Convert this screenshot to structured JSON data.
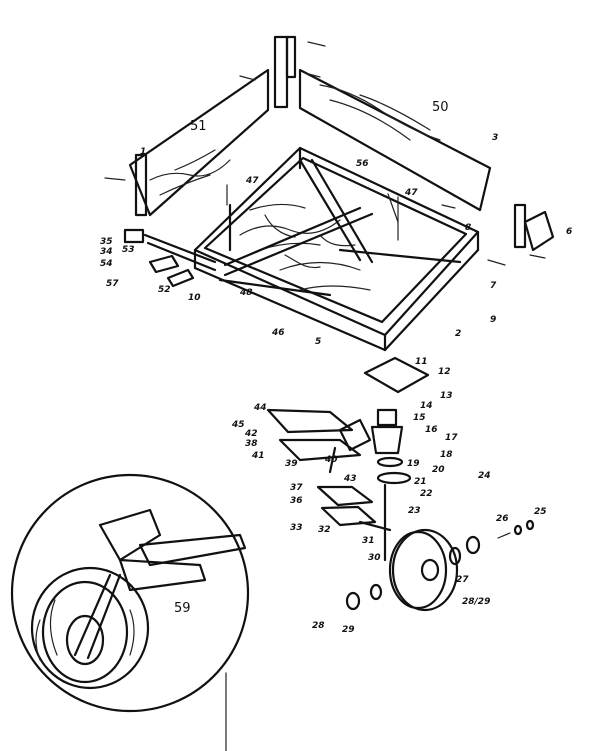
{
  "labels": {
    "l51": "51",
    "l50": "50",
    "l56": "56",
    "l1": "1",
    "l3": "3",
    "l8": "8",
    "l47a": "47",
    "l47b": "47",
    "l7": "7",
    "l6": "6",
    "l2": "2",
    "l35": "35",
    "l34": "34",
    "l53": "53",
    "l54": "54",
    "l57": "57",
    "l52": "52",
    "l10": "10",
    "l48": "48",
    "l46": "46",
    "l5": "5",
    "l9": "9",
    "l11": "11",
    "l12": "12",
    "l13": "13",
    "l14": "14",
    "l15": "15",
    "l16": "16",
    "l17": "17",
    "l18": "18",
    "l19": "19",
    "l20": "20",
    "l21": "21",
    "l22": "22",
    "l23": "23",
    "l24": "24",
    "l44": "44",
    "l45": "45",
    "l42": "42",
    "l38": "38",
    "l41": "41",
    "l39": "39",
    "l40": "40",
    "l43": "43",
    "l36": "36",
    "l37": "37",
    "l33": "33",
    "l32": "32",
    "l31": "31",
    "l30": "30",
    "l25": "25",
    "l26": "26",
    "l27": "27",
    "l28": "28",
    "l29": "29",
    "l59": "59",
    "l2829": "28/29"
  }
}
